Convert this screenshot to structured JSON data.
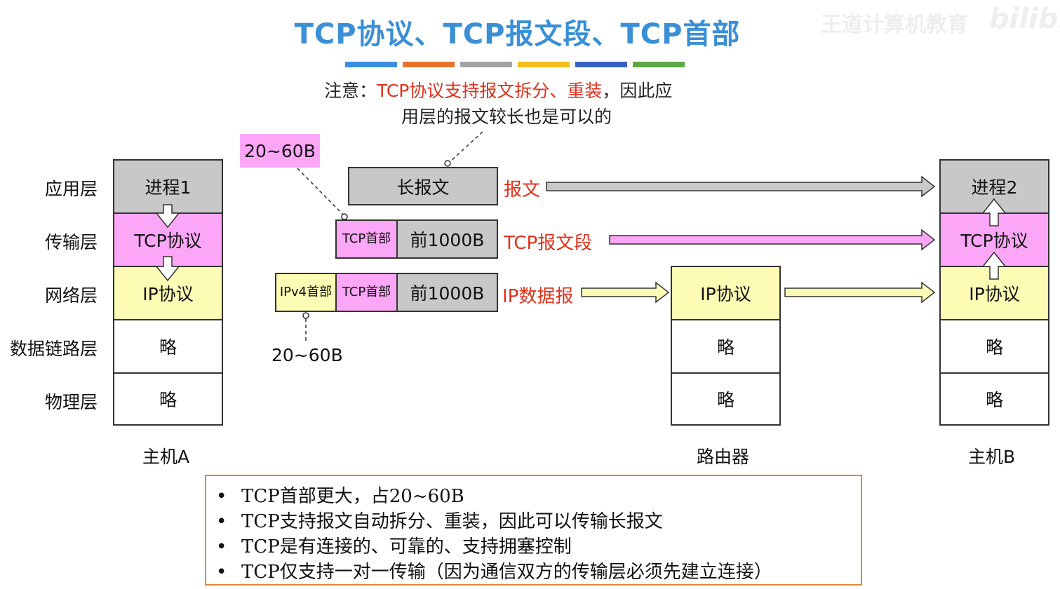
{
  "title": "TCP协议、TCP报文段、TCP首部",
  "watermark": "王道计算机教育",
  "watermark_logo": "bilibili",
  "color_bars": [
    "#3b8ee0",
    "#e8742c",
    "#a3a3a3",
    "#f5be1d",
    "#3760c2",
    "#5ea845"
  ],
  "note": {
    "prefix": "注意：",
    "highlight": "TCP协议支持报文拆分、重装",
    "suffix": "，因此应",
    "line2": "用层的报文较长也是可以的"
  },
  "layers": [
    "应用层",
    "传输层",
    "网络层",
    "数据链路层",
    "物理层"
  ],
  "host_a": {
    "label": "主机A",
    "cells": [
      "进程1",
      "TCP协议",
      "IP协议",
      "略",
      "略"
    ]
  },
  "router": {
    "label": "路由器",
    "cells": [
      "IP协议",
      "略",
      "略"
    ]
  },
  "host_b": {
    "label": "主机B",
    "cells": [
      "进程2",
      "TCP协议",
      "IP协议",
      "略",
      "略"
    ]
  },
  "packets": {
    "tcp_header_size": "20~60B",
    "ip_header_size": "20~60B",
    "long_message": "长报文",
    "tcp_header": "TCP首部",
    "payload": "前1000B",
    "ipv4_header": "IPv4首部"
  },
  "flow_labels": {
    "message": "报文",
    "segment": "TCP报文段",
    "datagram": "IP数据报"
  },
  "summary": [
    "TCP首部更大，占20~60B",
    "TCP支持报文自动拆分、重装，因此可以传输长报文",
    "TCP是有连接的、可靠的、支持拥塞控制",
    "TCP仅支持一对一传输（因为通信双方的传输层必须先建立连接）"
  ],
  "summary_bullet": "•"
}
